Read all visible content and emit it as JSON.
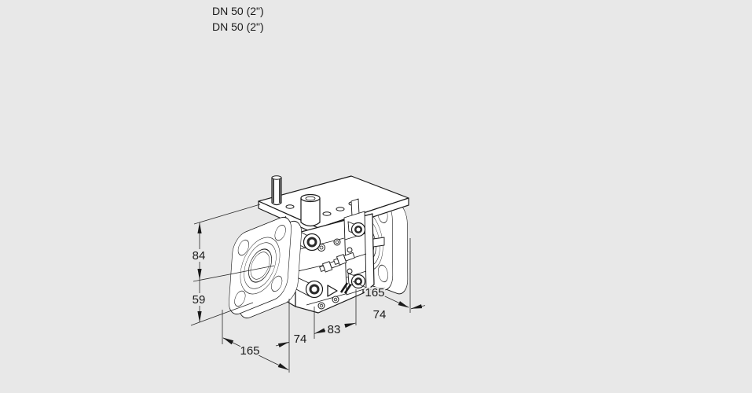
{
  "colors": {
    "background": "#e8e8e8",
    "line": "#1a1a1a",
    "face_fill": "#ffffff"
  },
  "labels": {
    "dn_top": "DN 50 (2\")",
    "dn_bottom": "DN 50 (2\")"
  },
  "dims": {
    "h84": "84",
    "h59": "59",
    "w165_left": "165",
    "w74_bottom": "74",
    "w83": "83",
    "w165_right": "165",
    "w74_right": "74"
  }
}
